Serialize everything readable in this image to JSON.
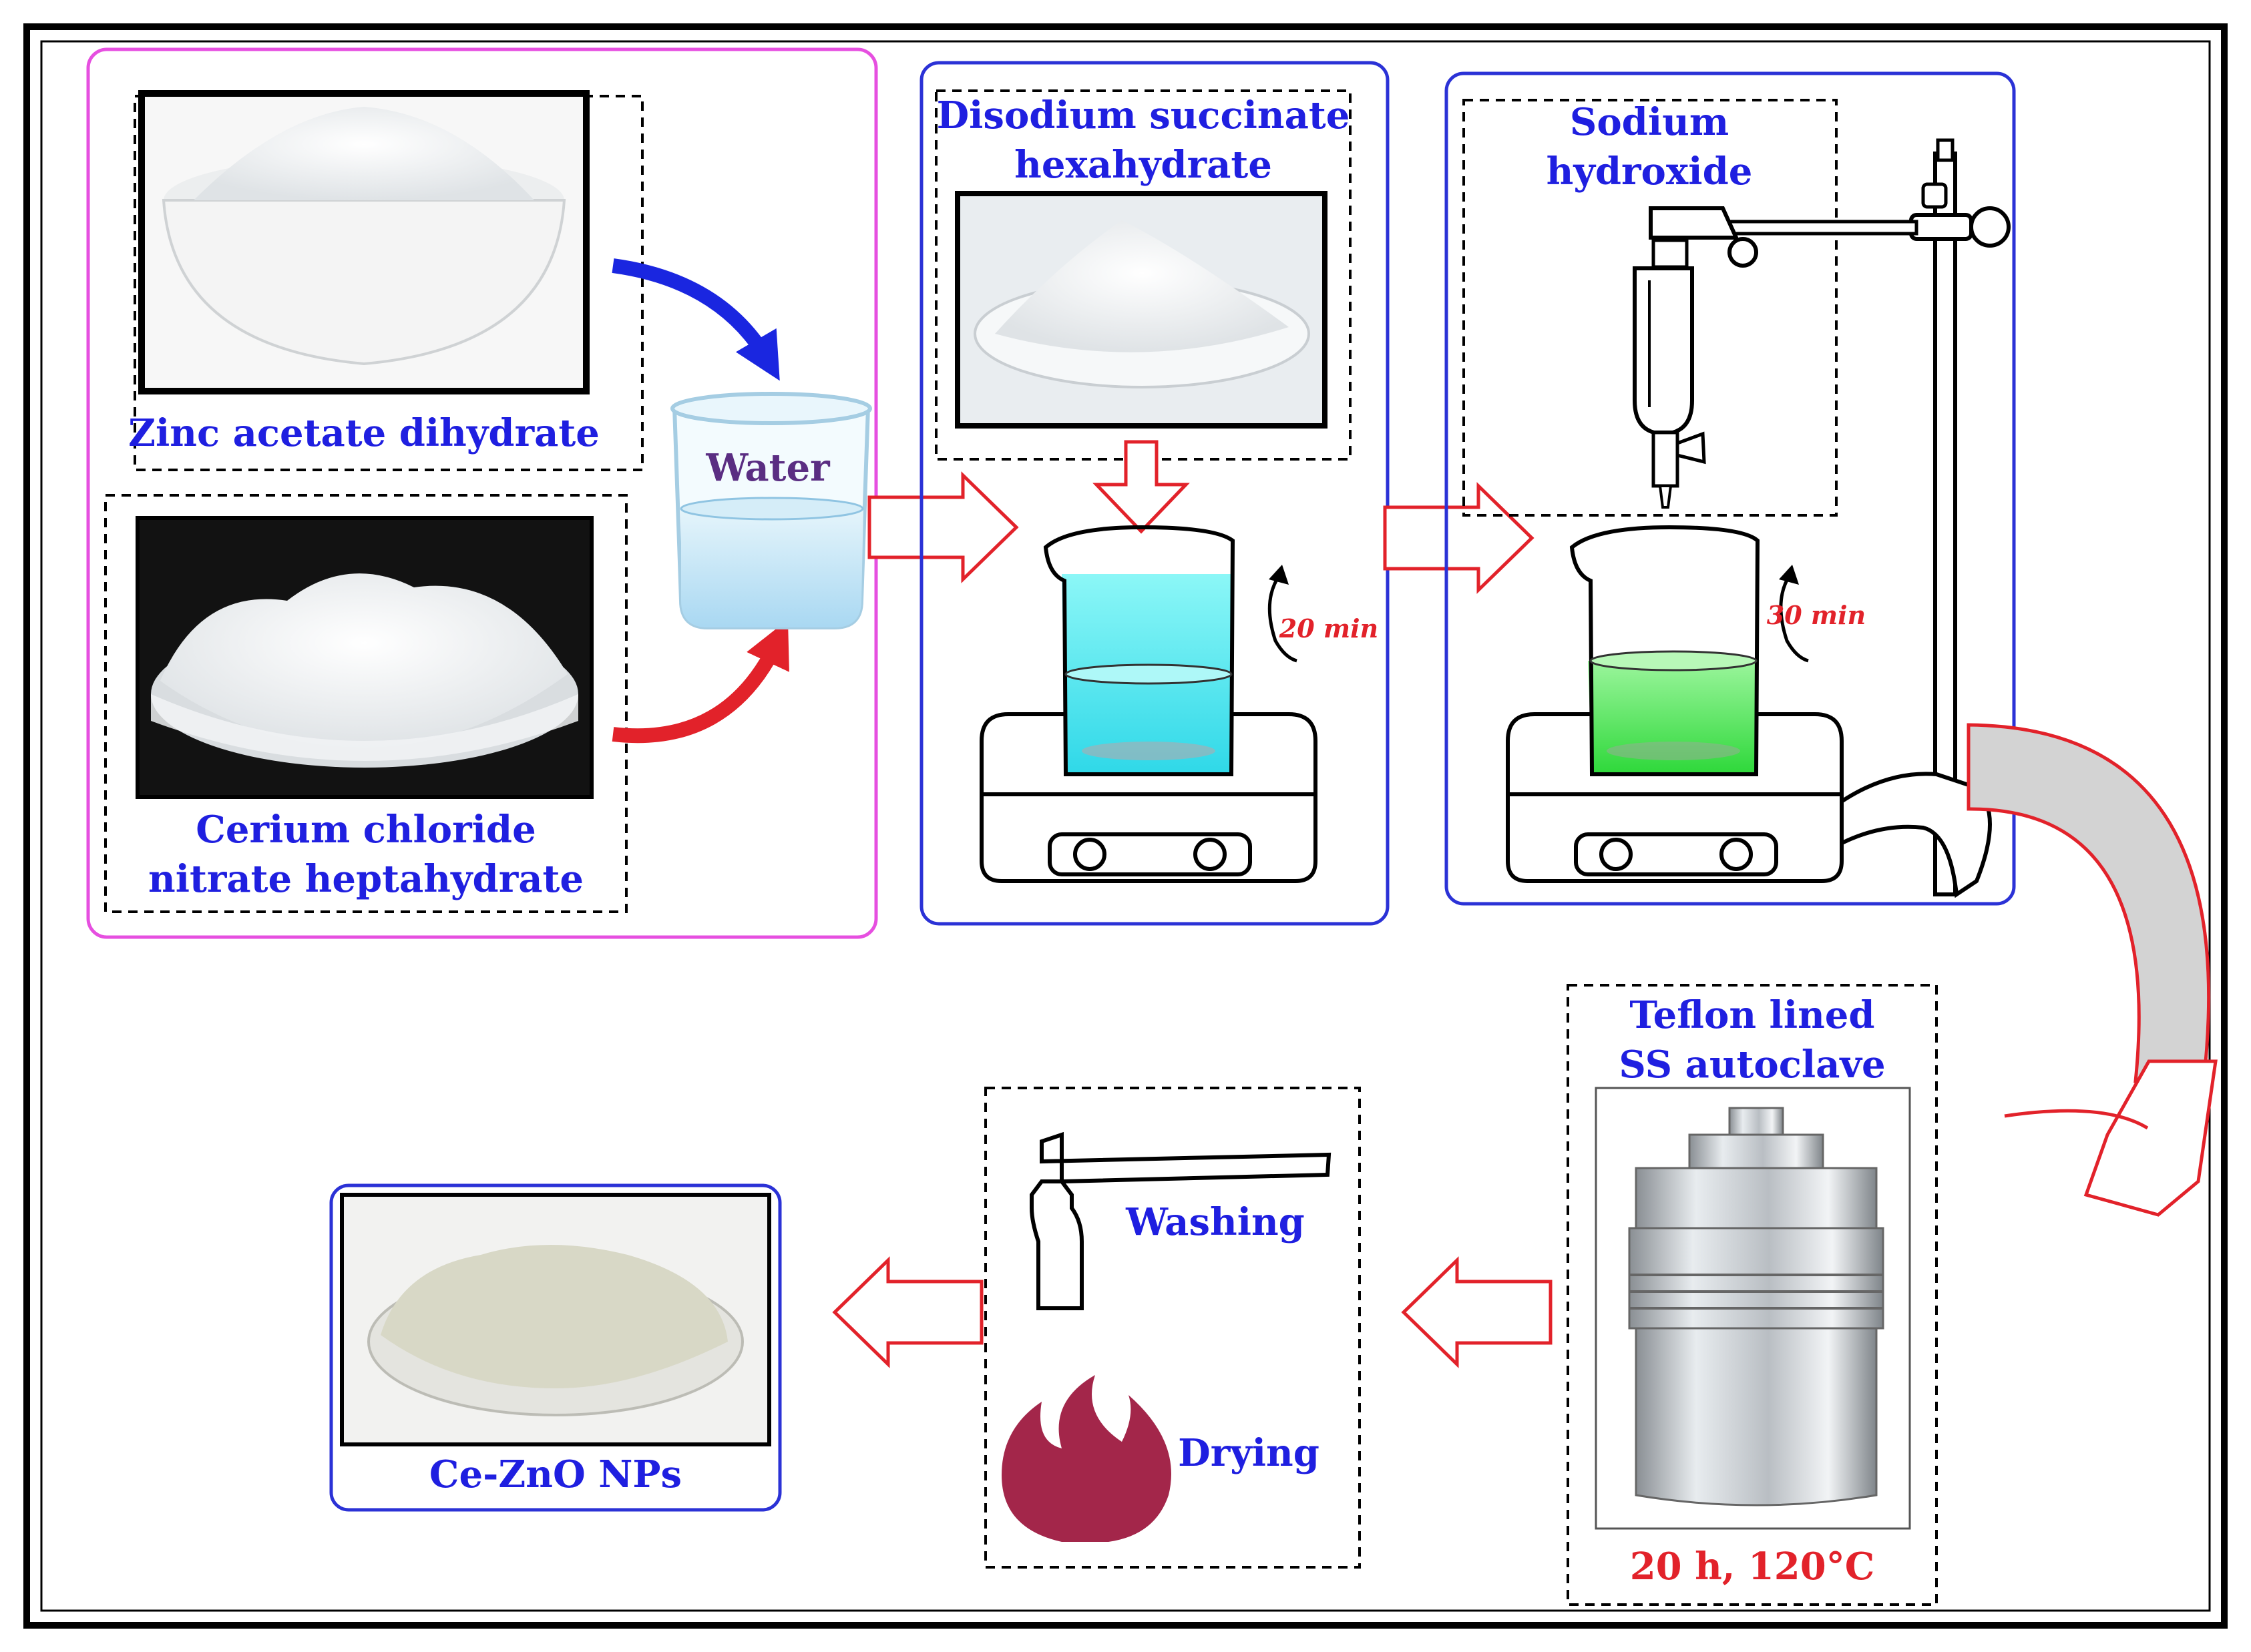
{
  "labels": {
    "zinc": "Zinc acetate dihydrate",
    "cerium_line1": "Cerium chloride",
    "cerium_line2": "nitrate heptahydrate",
    "water": "Water",
    "succinate_line1": "Disodium succinate",
    "succinate_line2": "hexahydrate",
    "naoh_line1": "Sodium",
    "naoh_line2": "hydroxide",
    "stir1": "20 min",
    "stir2": "30 min",
    "autoclave_line1": "Teflon lined",
    "autoclave_line2": "SS autoclave",
    "autoclave_cond": "20 h, 120°C",
    "washing": "Washing",
    "drying": "Drying",
    "product": "Ce-ZnO NPs"
  },
  "colors": {
    "frame": "#000000",
    "box_magenta": "#e64fe0",
    "box_blue": "#2b32d6",
    "arrow_red": "#e2222a",
    "arrow_blue": "#1a26e0",
    "text_blue": "#1f1fe0",
    "text_purple": "#5a2d82",
    "water": "#cfe9f7",
    "solution_cyan": "#5ff0f0",
    "solution_green": "#56f05a",
    "flame": "#a3264a"
  }
}
